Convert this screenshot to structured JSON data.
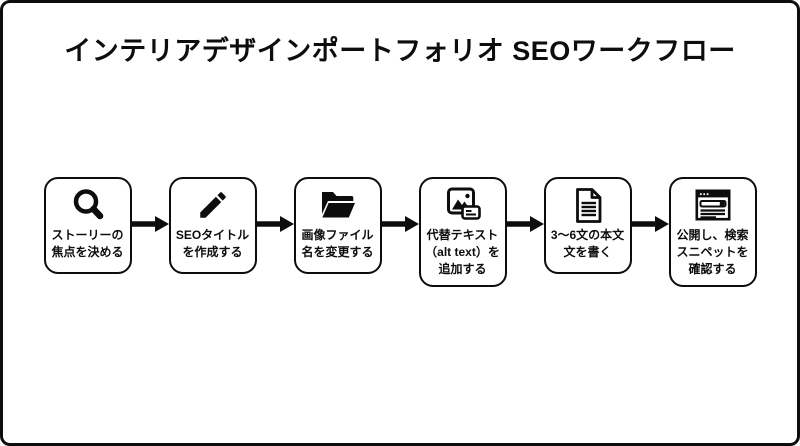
{
  "title": "インテリアデザインポートフォリオ SEOワークフロー",
  "colors": {
    "ink": "#0d0d0d",
    "background": "#ffffff"
  },
  "steps": [
    {
      "icon": "search-icon",
      "lines": [
        "ストーリーの",
        "焦点を決める"
      ]
    },
    {
      "icon": "pencil-icon",
      "lines": [
        "SEOタイトル",
        "を作成する"
      ]
    },
    {
      "icon": "open-folder-icon",
      "lines": [
        "画像ファイル",
        "名を変更する"
      ]
    },
    {
      "icon": "image-alt-text-icon",
      "lines": [
        "代替テキスト",
        "（alt text）を",
        "追加する"
      ]
    },
    {
      "icon": "document-icon",
      "lines": [
        "3〜6文の本文",
        "文を書く"
      ]
    },
    {
      "icon": "browser-snippet-icon",
      "lines": [
        "公開し、検索",
        "スニペットを",
        "確認する"
      ]
    }
  ]
}
